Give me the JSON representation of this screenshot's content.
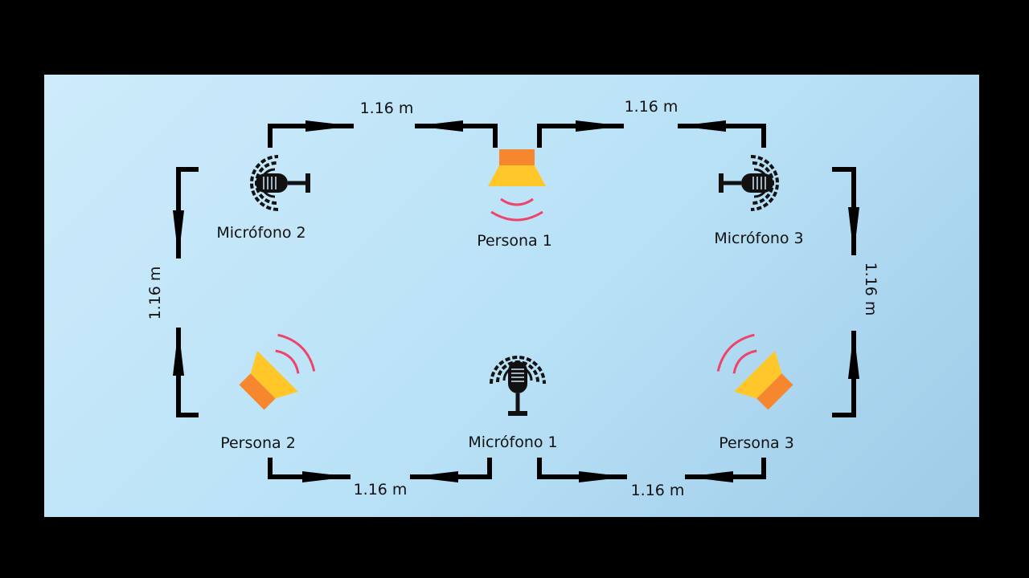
{
  "labels": {
    "mic1": "Micrófono 1",
    "mic2": "Micrófono 2",
    "mic3": "Micrófono 3",
    "person1": "Persona 1",
    "person2": "Persona 2",
    "person3": "Persona 3"
  },
  "dimensions": {
    "top_left": "1.16 m",
    "top_right": "1.16 m",
    "bottom_left": "1.16 m",
    "bottom_right": "1.16 m",
    "left": "1.16 m",
    "right": "1.16 m"
  },
  "colors": {
    "background": "#bfe4f8",
    "bracket": "#000000",
    "speaker_body": "#ffc729",
    "speaker_cap": "#f7872f",
    "sound_wave": "#f0436a",
    "mic": "#111111"
  }
}
